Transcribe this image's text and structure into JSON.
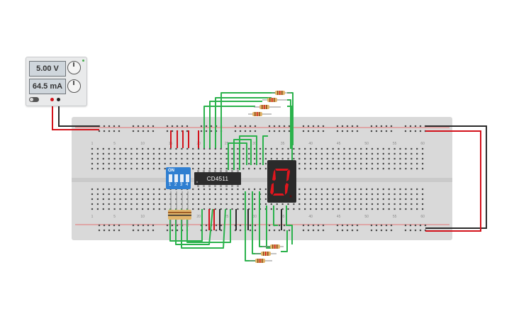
{
  "power_supply": {
    "voltage": "5.00 V",
    "current": "64.5 mA"
  },
  "ic": {
    "label": "CD4511"
  },
  "dip_switch": {
    "on_label": "ON",
    "numbers": [
      "1",
      "2",
      "3",
      "4"
    ]
  },
  "breadboard": {
    "column_labels": [
      "1",
      "5",
      "10",
      "15",
      "20",
      "25",
      "30",
      "35",
      "40",
      "45",
      "50",
      "55",
      "60"
    ]
  },
  "display": {
    "digit": "0",
    "segment_color": "#e0161e"
  },
  "colors": {
    "wire_green": "#2bb24c",
    "wire_red": "#d3121b",
    "wire_black": "#2a2a2a",
    "board": "#d9d9d9"
  }
}
